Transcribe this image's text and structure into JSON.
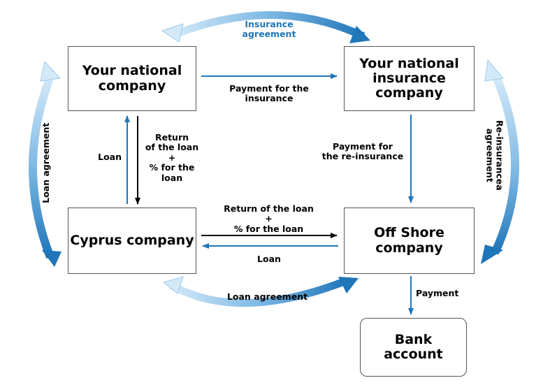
{
  "nodes": {
    "national_company": "Your national\ncompany",
    "insurance_company": "Your national\ninsurance\ncompany",
    "cyprus_company": "Cyprus company",
    "offshore_company": "Off Shore\ncompany",
    "bank_account": "Bank\naccount"
  },
  "labels": {
    "insurance_agreement": "Insurance\nagreement",
    "payment_insurance": "Payment for the\ninsurance",
    "return_loan_left": "Return\nof the loan\n+\n% for the\nloan",
    "loan_left": "Loan",
    "payment_reinsurance": "Payment for\nthe re-insurance",
    "return_loan_middle": "Return of the loan\n+\n% for the loan",
    "loan_middle": "Loan",
    "payment": "Payment",
    "loan_agreement_bottom": "Loan agreement",
    "loan_agreement_left": "Loan agreement",
    "reinsurance_agreement": "Re-insurancea\nagreement"
  },
  "colors": {
    "primary_blue": "#1f76b8",
    "light_blue": "#cfe6f7",
    "arrow_black": "#000000",
    "box_border": "#555555"
  }
}
